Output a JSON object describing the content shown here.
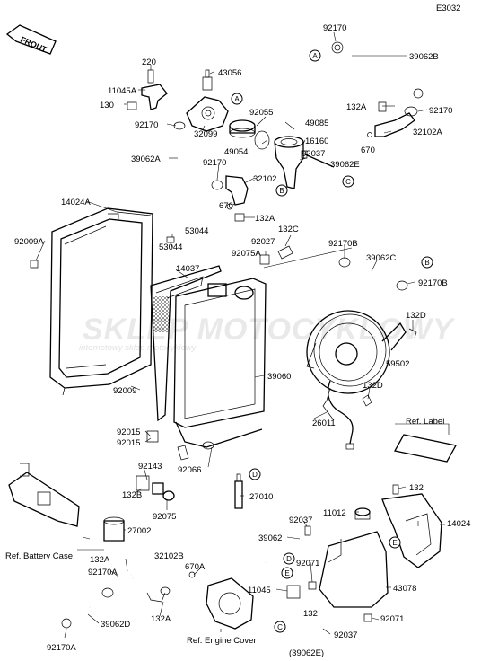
{
  "diagram_code": "E3032",
  "front_label": "FRONT",
  "watermark": {
    "brand": "SKLEP MOTOCYKLOWY",
    "site": "internetowy sklep motocyklowy"
  },
  "callouts": [
    "A",
    "B",
    "C",
    "D",
    "E"
  ],
  "parts": [
    {
      "id": "p92170_top",
      "text": "92170"
    },
    {
      "id": "p39062B",
      "text": "39062B"
    },
    {
      "id": "p220",
      "text": "220"
    },
    {
      "id": "p43056",
      "text": "43056"
    },
    {
      "id": "p11045A",
      "text": "11045A"
    },
    {
      "id": "p130",
      "text": "130"
    },
    {
      "id": "p92170_a",
      "text": "92170"
    },
    {
      "id": "p32099",
      "text": "32099"
    },
    {
      "id": "p92055",
      "text": "92055"
    },
    {
      "id": "p49085",
      "text": "49085"
    },
    {
      "id": "p132A_r",
      "text": "132A"
    },
    {
      "id": "p92170_r",
      "text": "92170"
    },
    {
      "id": "p16160",
      "text": "16160"
    },
    {
      "id": "p49054",
      "text": "49054"
    },
    {
      "id": "p92037_t",
      "text": "92037"
    },
    {
      "id": "p670_r",
      "text": "670"
    },
    {
      "id": "p32102A",
      "text": "32102A"
    },
    {
      "id": "p39062E",
      "text": "39062E"
    },
    {
      "id": "p39062A",
      "text": "39062A"
    },
    {
      "id": "p92170_b",
      "text": "92170"
    },
    {
      "id": "p32102",
      "text": "32102"
    },
    {
      "id": "p670_m",
      "text": "670"
    },
    {
      "id": "p132A_m",
      "text": "132A"
    },
    {
      "id": "p14024A",
      "text": "14024A"
    },
    {
      "id": "p53044",
      "text": "53044"
    },
    {
      "id": "p53044b",
      "text": "53044"
    },
    {
      "id": "p92027",
      "text": "92027"
    },
    {
      "id": "p132C",
      "text": "132C"
    },
    {
      "id": "p92009A",
      "text": "92009A"
    },
    {
      "id": "p92075A",
      "text": "92075A"
    },
    {
      "id": "p92170B",
      "text": "92170B"
    },
    {
      "id": "p39062C",
      "text": "39062C"
    },
    {
      "id": "p14037",
      "text": "14037"
    },
    {
      "id": "p92170B2",
      "text": "92170B"
    },
    {
      "id": "p132D",
      "text": "132D"
    },
    {
      "id": "p59502",
      "text": "59502"
    },
    {
      "id": "p39060",
      "text": "39060"
    },
    {
      "id": "p92009",
      "text": "92009"
    },
    {
      "id": "p132D2",
      "text": "132D"
    },
    {
      "id": "p26011",
      "text": "26011"
    },
    {
      "id": "p92015a",
      "text": "92015"
    },
    {
      "id": "p92015b",
      "text": "92015"
    },
    {
      "id": "p92143",
      "text": "92143"
    },
    {
      "id": "p92066",
      "text": "92066"
    },
    {
      "id": "p132B",
      "text": "132B"
    },
    {
      "id": "p27010",
      "text": "27010"
    },
    {
      "id": "p92075",
      "text": "92075"
    },
    {
      "id": "p132_r",
      "text": "132"
    },
    {
      "id": "p27002",
      "text": "27002"
    },
    {
      "id": "p11012",
      "text": "11012"
    },
    {
      "id": "p14024",
      "text": "14024"
    },
    {
      "id": "p92037_m",
      "text": "92037"
    },
    {
      "id": "p39062",
      "text": "39062"
    },
    {
      "id": "p132A_b",
      "text": "132A"
    },
    {
      "id": "p32102B",
      "text": "32102B"
    },
    {
      "id": "p92170A",
      "text": "92170A"
    },
    {
      "id": "p670A",
      "text": "670A"
    },
    {
      "id": "p92071",
      "text": "92071"
    },
    {
      "id": "p43078",
      "text": "43078"
    },
    {
      "id": "p11045",
      "text": "11045"
    },
    {
      "id": "p132_b",
      "text": "132"
    },
    {
      "id": "p132A_bb",
      "text": "132A"
    },
    {
      "id": "p39062D",
      "text": "39062D"
    },
    {
      "id": "p92071b",
      "text": "92071"
    },
    {
      "id": "p92170A_b",
      "text": "92170A"
    },
    {
      "id": "p92037_b",
      "text": "92037"
    },
    {
      "id": "p39062E_b",
      "text": "(39062E)"
    }
  ],
  "refs": {
    "label": "Ref. Label",
    "battery_case": "Ref. Battery Case",
    "engine_cover": "Ref. Engine Cover"
  }
}
